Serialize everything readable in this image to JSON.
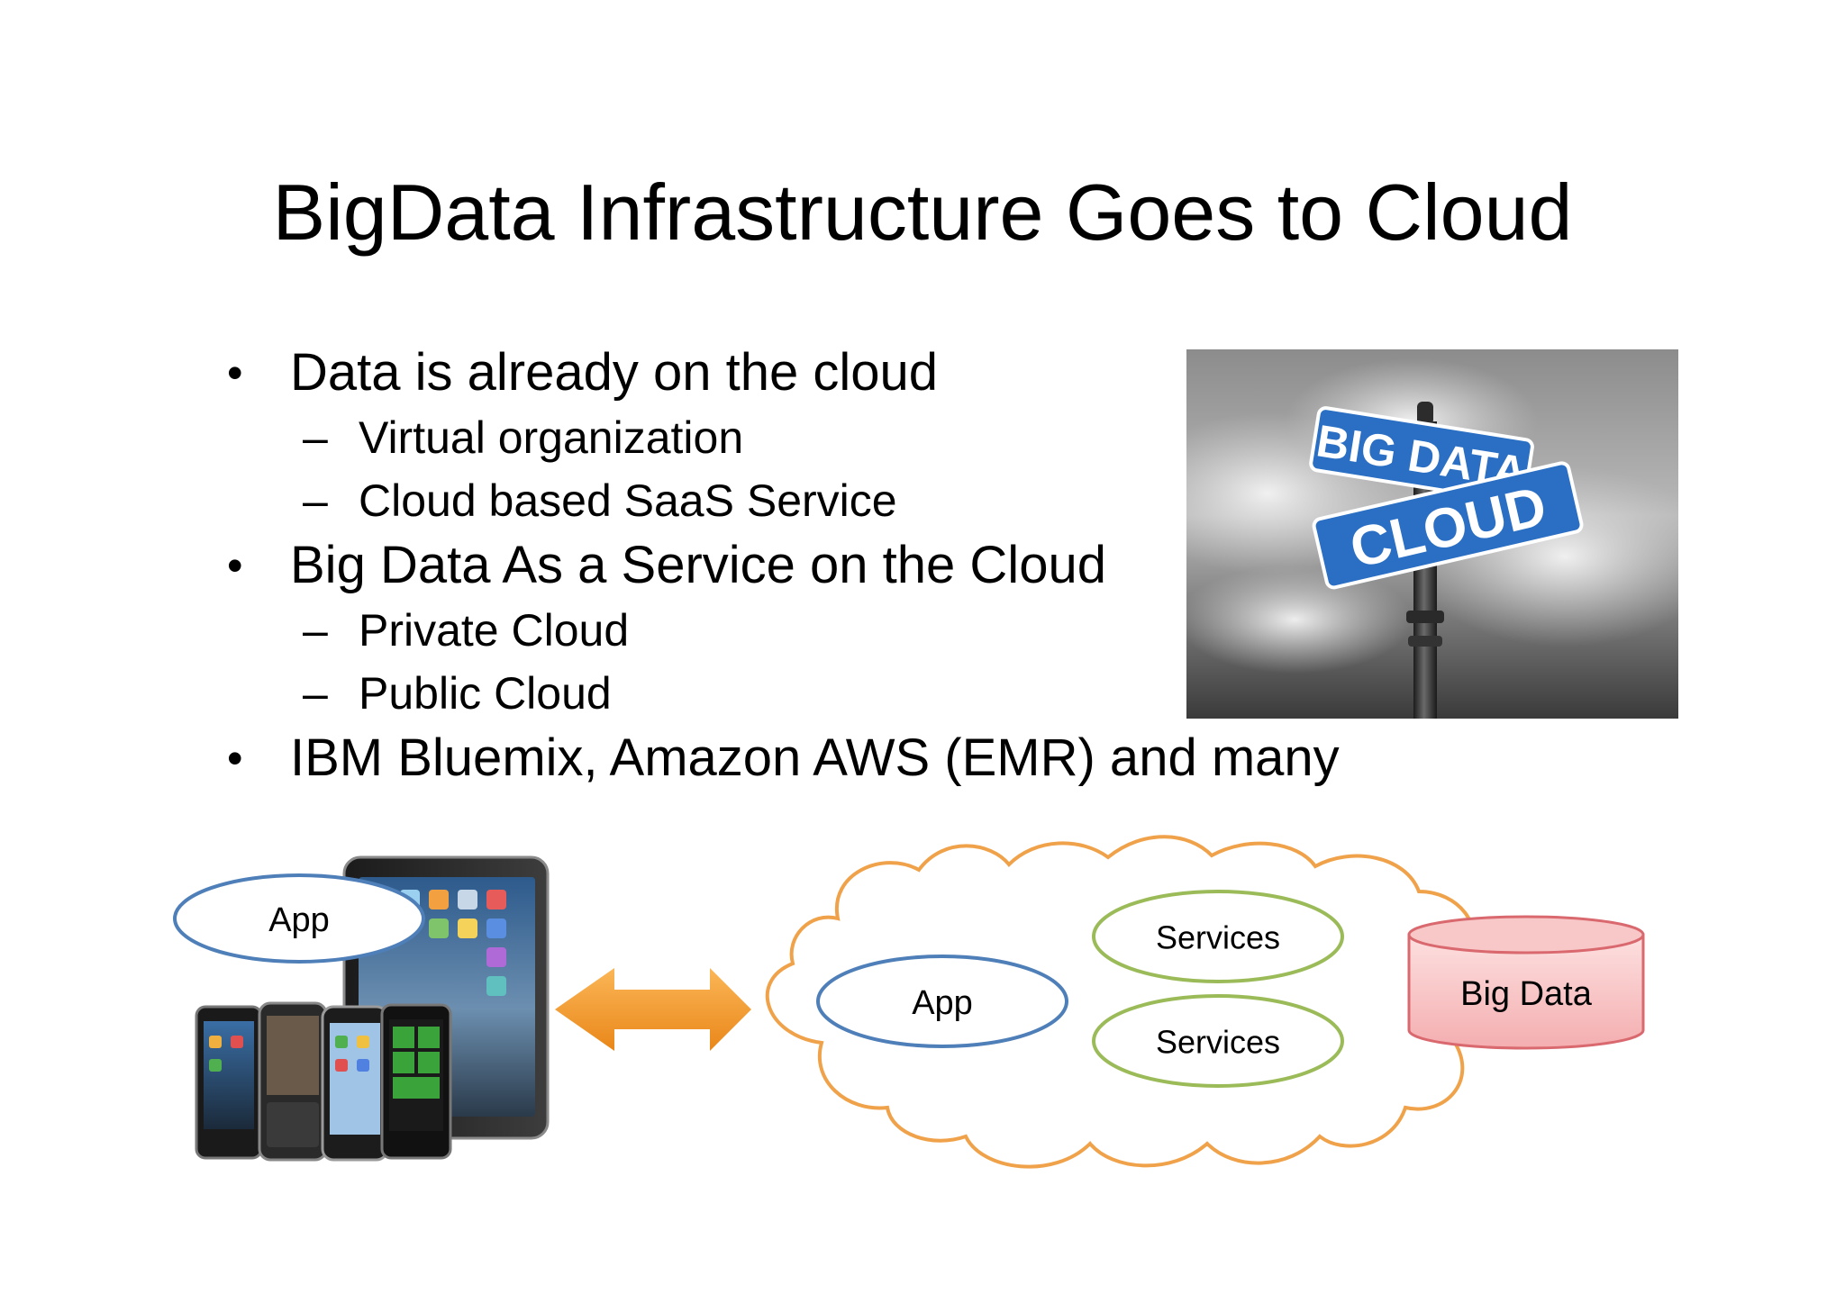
{
  "slide": {
    "title": "BigData Infrastructure Goes to Cloud",
    "bullets": [
      {
        "text": "Data is already on the cloud",
        "subs": [
          "Virtual organization",
          "Cloud based SaaS Service"
        ]
      },
      {
        "text": "Big Data As a Service on the Cloud",
        "subs": [
          "Private Cloud",
          "Public Cloud"
        ]
      },
      {
        "text": "IBM Bluemix, Amazon AWS (EMR) and many",
        "subs": []
      }
    ],
    "bullet_glyph": "•",
    "dash_glyph": "–"
  },
  "photo": {
    "sign_top": "BIG DATA",
    "sign_bottom": "CLOUD",
    "sign_color": "#2a6fc4"
  },
  "diagram": {
    "device_app_label": "App",
    "cloud_app_label": "App",
    "services_1": "Services",
    "services_2": "Services",
    "big_data_label": "Big Data",
    "colors": {
      "cloud_outline": "#f0a24a",
      "arrow": "#f59a32",
      "app_ellipse": "#4f7fb8",
      "services_ellipse": "#9bbb59",
      "db_fill": "#f8c8c8",
      "db_outline": "#d9696e"
    }
  }
}
